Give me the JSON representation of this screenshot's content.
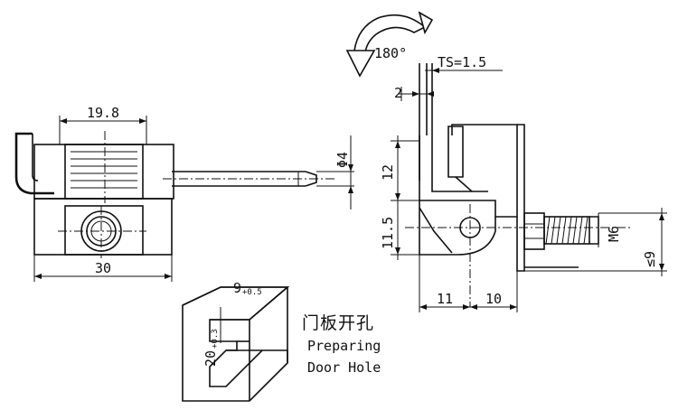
{
  "left_view": {
    "dim_width_top": "19.8",
    "dim_width_bottom": "30",
    "dim_pin_dia": "Φ4"
  },
  "right_view": {
    "rotation_label": "180°",
    "dim_thickness": "TS=1.5",
    "dim_2": "2",
    "dim_12": "12",
    "dim_11_5": "11.5",
    "dim_11": "11",
    "dim_10": "10",
    "thread_label": "M6",
    "dim_9": "≤9"
  },
  "door_hole": {
    "dim_9_base": "9",
    "dim_9_tol": "+0.5",
    "dim_20_base": "20",
    "dim_20_tol": "+0.3",
    "title_cn": "门板开孔",
    "title_en_1": "Preparing",
    "title_en_2": "Door Hole"
  }
}
